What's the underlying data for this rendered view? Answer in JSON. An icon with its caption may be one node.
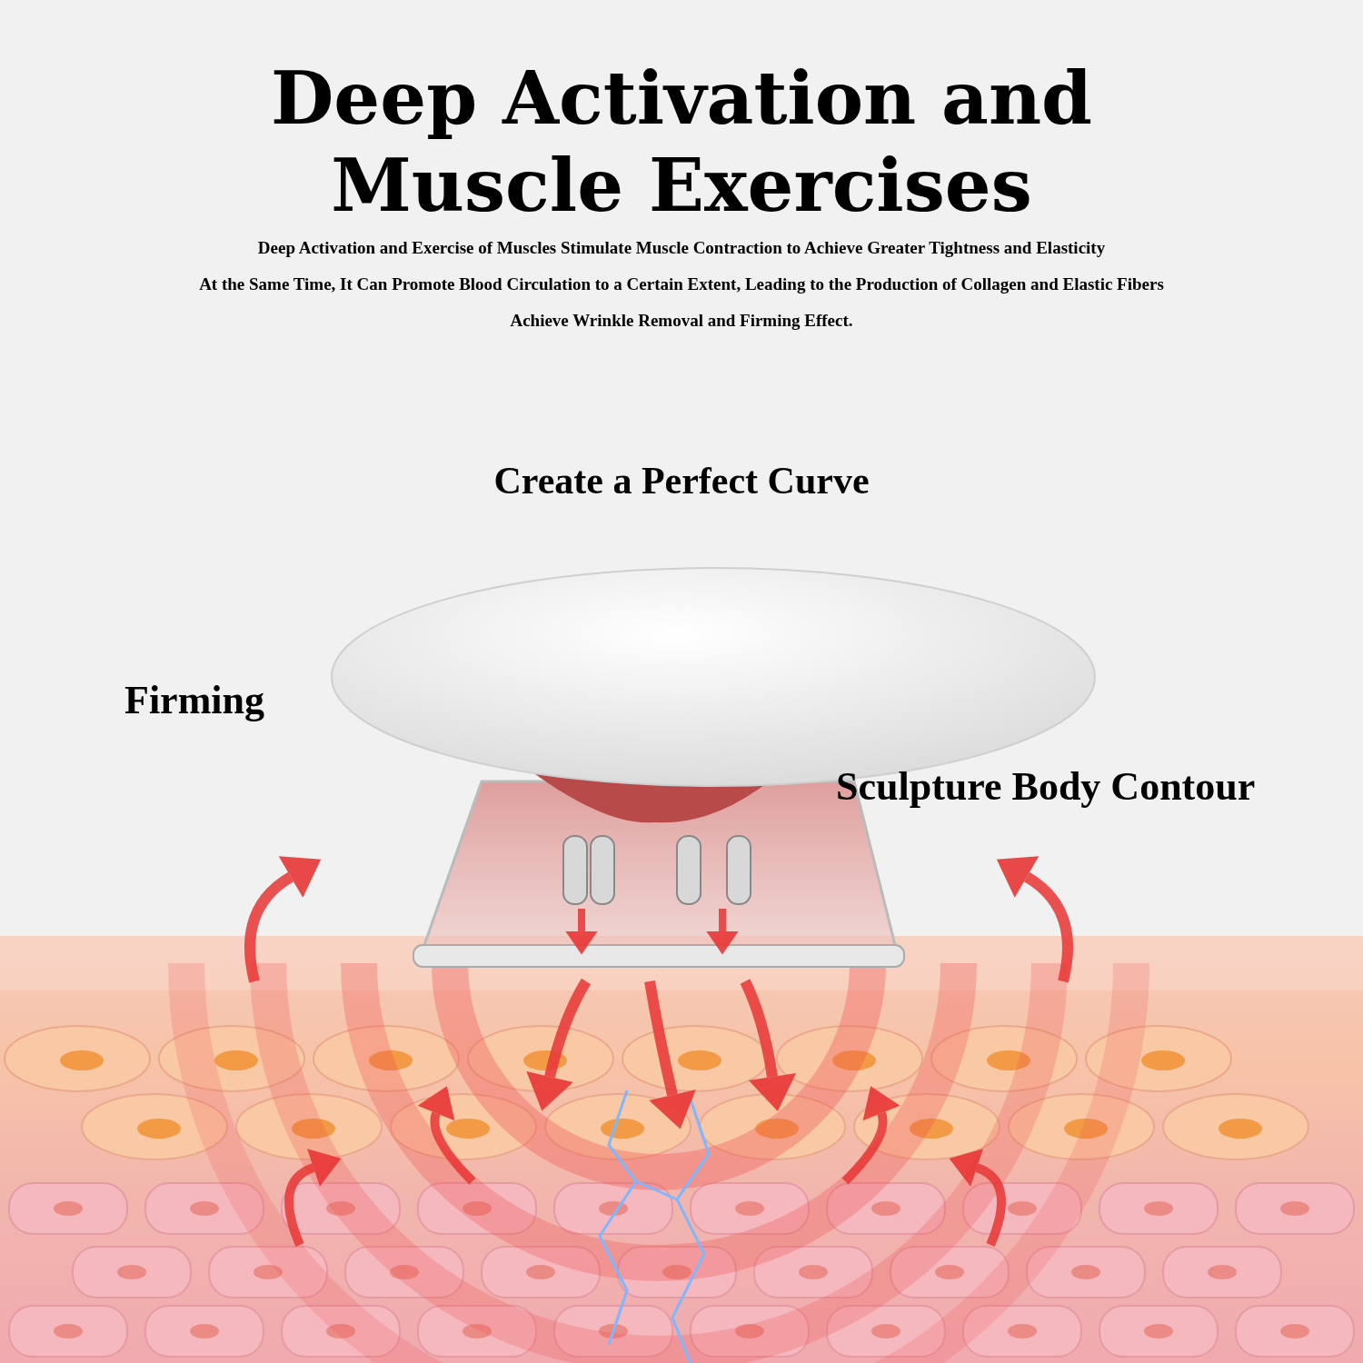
{
  "diagram": {
    "title": "Deep Activation and Muscle Exercises",
    "labels": [
      "Deep Activation and Exercise of Muscles Stimulate Muscle Contraction to Achieve Greater Tightness and Elasticity",
      "At the Same Time, It Can Promote Blood Circulation to a Certain Extent, Leading to the Production of Collagen and Elastic Fibers",
      "Achieve Wrinkle Removal and Firming Effect.",
      "Create a Perfect Curve",
      "Firming",
      "Sculpture Body Contour"
    ]
  }
}
